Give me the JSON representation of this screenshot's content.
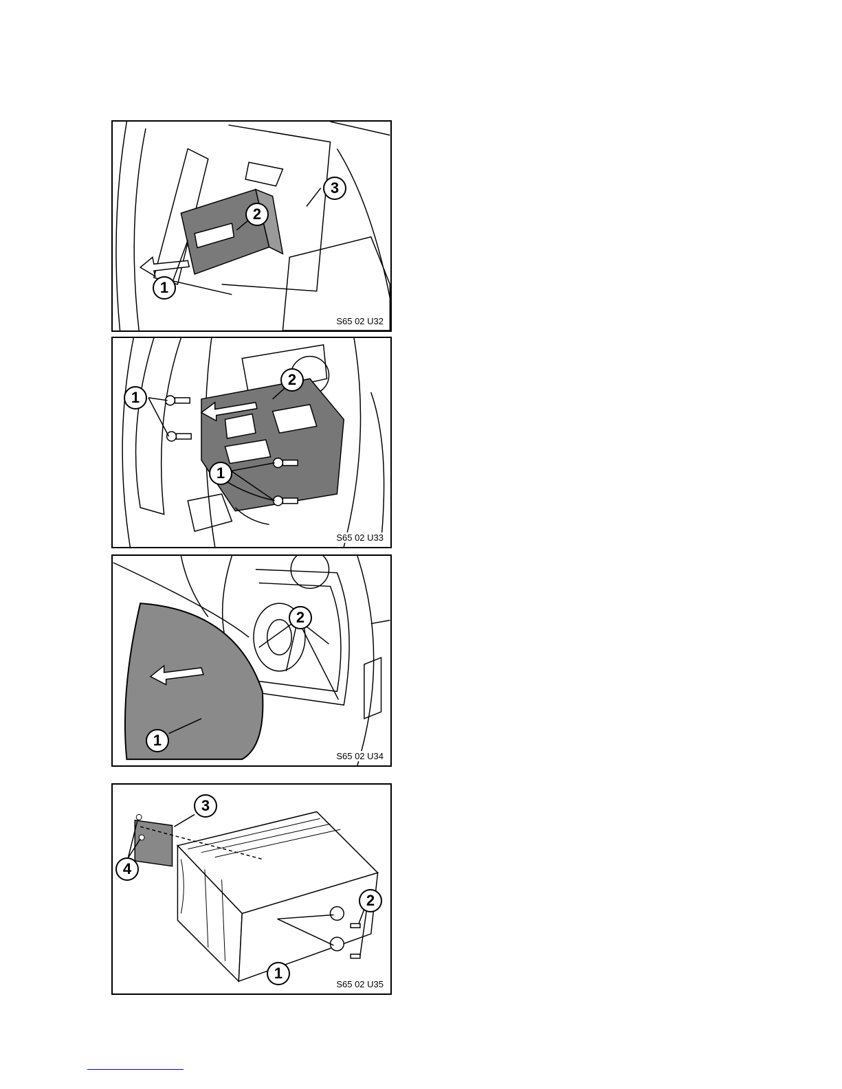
{
  "figures": [
    {
      "code": "S65 02 U32",
      "callouts": [
        "1",
        "2",
        "3"
      ]
    },
    {
      "code": "S65 02 U33",
      "callouts": [
        "1",
        "1",
        "2"
      ]
    },
    {
      "code": "S65 02 U34",
      "callouts": [
        "1",
        "2"
      ]
    },
    {
      "code": "S65 02 U35",
      "callouts": [
        "1",
        "2",
        "3",
        "4"
      ]
    }
  ]
}
